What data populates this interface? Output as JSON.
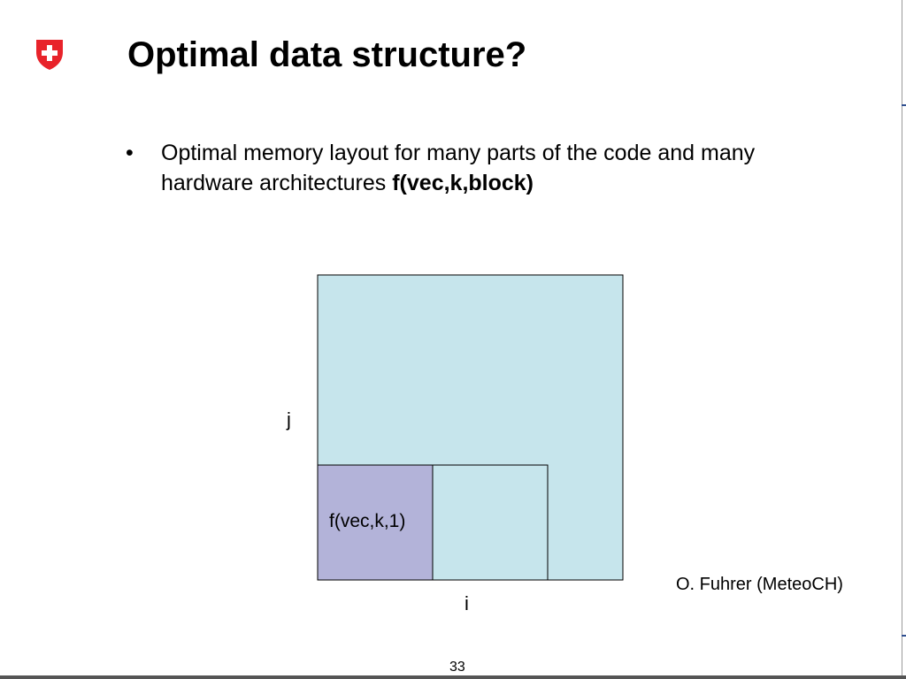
{
  "slide": {
    "title": "Optimal data structure?",
    "bullets": [
      {
        "text": "Optimal memory layout for many parts of the code and many hardware architectures ",
        "bold_text": "f(vec,k,block)"
      }
    ],
    "bullet_glyph": "•",
    "credit": "O. Fuhrer (MeteoCH)",
    "page_number": "33",
    "logo_icon": "swiss-shield-icon"
  },
  "diagram": {
    "axis_i_label": "i",
    "axis_j_label": "j",
    "block_label": "f(vec,k,1)"
  },
  "colors": {
    "domain_fill": "#c6e5ec",
    "block_fill": "#b3b3d9",
    "outline": "#000000",
    "logo_red": "#e8232a"
  }
}
